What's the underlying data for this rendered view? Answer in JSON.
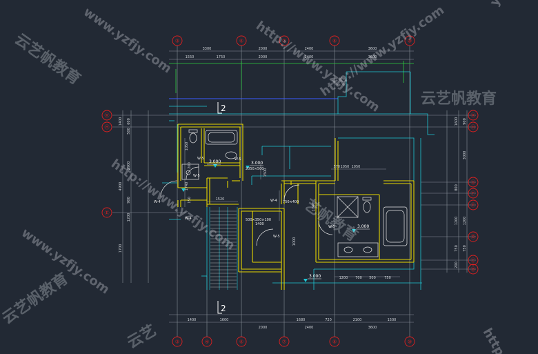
{
  "axes_top": [
    "③",
    "⑥",
    "⑦",
    "⑧",
    "⑩"
  ],
  "axes_bottom": [
    "③",
    "④",
    "⑥",
    "⑦",
    "⑧",
    "⑩"
  ],
  "axes_left": [
    "Ⓚ",
    "Ⓗ",
    "Ⓔ"
  ],
  "axes_right": [
    "Ⓚ",
    "Ⓗ",
    "Ⓖ",
    "Ⓕ",
    "Ⓔ",
    "Ⓓ",
    "Ⓒ",
    "Ⓑ"
  ],
  "dims_top_row1": [
    "3300",
    "2000",
    "2400",
    "3600"
  ],
  "dims_top_row2": [
    "1550",
    "1750",
    "2000",
    "2400",
    "3600"
  ],
  "dims_bottom_row1": [
    "1400",
    "1600",
    "1680",
    "720",
    "2100",
    "1500"
  ],
  "dims_bottom_row2": [
    "2000",
    "2400",
    "3600"
  ],
  "dims_interior": [
    "1050",
    "570",
    "1740",
    "1050",
    "1520",
    "1200",
    "700",
    "1500",
    "750",
    "500",
    "1000"
  ],
  "dims_left": [
    "1400",
    "600",
    "500",
    "2900",
    "1740",
    "4900",
    "900",
    "1200",
    "150",
    "200",
    "1050",
    "1700"
  ],
  "dims_right": [
    "1600",
    "900",
    "3000",
    "800",
    "1200",
    "750",
    "1200",
    "750",
    "200"
  ],
  "level_labels": [
    "3.000",
    "3.000",
    "3.000",
    "3.000"
  ],
  "window_labels": [
    "W-5",
    "W-5",
    "W-5",
    "W-4",
    "W-4",
    "W-5",
    "W-5",
    "W-4"
  ],
  "window_size_labels": [
    "2050×500",
    "500×350×100",
    "1400",
    "750×400"
  ],
  "section_marks": [
    "2",
    "2"
  ],
  "watermarks": [
    "www.yzfjy.com",
    "http://www.yzfjy.com",
    "http://www.yzfjy.com",
    "http://www.yzfjy.com",
    "www.yzfjy.com",
    "yzfjy.com",
    "http",
    "云艺帆教育",
    "云艺帆教育",
    "艺帆教育",
    "云艺帆教育",
    "云艺"
  ]
}
